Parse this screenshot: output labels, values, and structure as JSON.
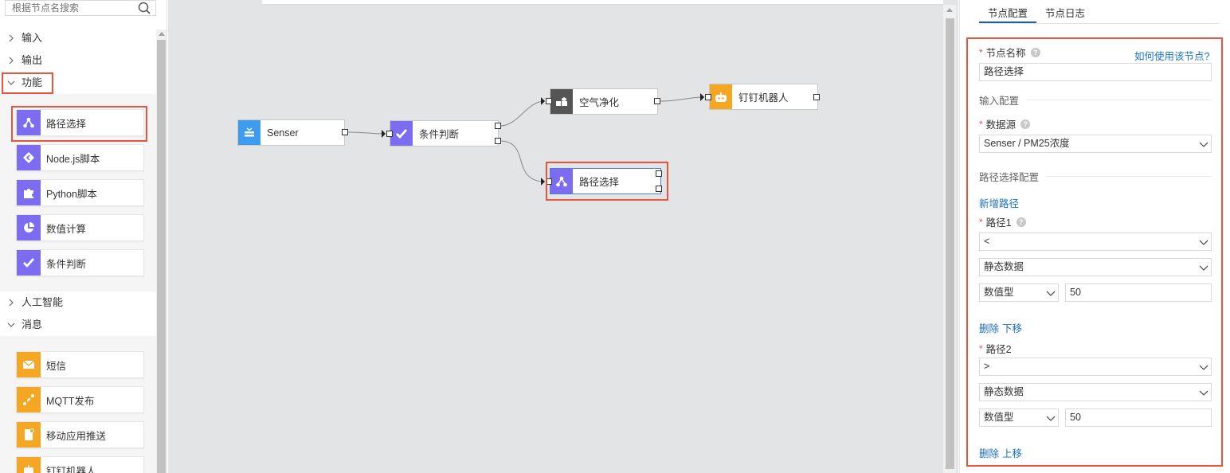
{
  "palette": {
    "search_placeholder": "根据节点名搜索",
    "categories": {
      "input": "输入",
      "output": "输出",
      "function": "功能",
      "ai": "人工智能",
      "message": "消息"
    },
    "function_items": [
      "路径选择",
      "Node.js脚本",
      "Python脚本",
      "数值计算",
      "条件判断"
    ],
    "message_items": [
      "短信",
      "MQTT发布",
      "移动应用推送",
      "钉钉机器人"
    ]
  },
  "canvas": {
    "nodes": {
      "senser": "Senser",
      "condition": "条件判断",
      "air": "空气净化",
      "dingtalk": "钉钉机器人",
      "route": "路径选择"
    }
  },
  "panel": {
    "tabs": [
      "节点配置",
      "节点日志"
    ],
    "node_name_label": "节点名称",
    "help_link": "如何使用该节点?",
    "node_name_value": "路径选择",
    "input_config_section": "输入配置",
    "datasource_label": "数据源",
    "datasource_value": "Senser / PM25浓度",
    "route_config_section": "路径选择配置",
    "add_route": "新增路径",
    "route1": {
      "label": "路径1",
      "operator": "<",
      "source": "静态数据",
      "type": "数值型",
      "value": "50",
      "delete": "删除",
      "move": "下移"
    },
    "route2": {
      "label": "路径2",
      "operator": ">",
      "source": "静态数据",
      "type": "数值型",
      "value": "50",
      "delete": "删除",
      "move": "上移"
    }
  },
  "colors": {
    "purple": "#7b6cf0",
    "blue": "#3d9cf0",
    "orange": "#f5a623",
    "gray": "#555555",
    "highlight": "#e8553e",
    "link": "#1a6fc4"
  }
}
